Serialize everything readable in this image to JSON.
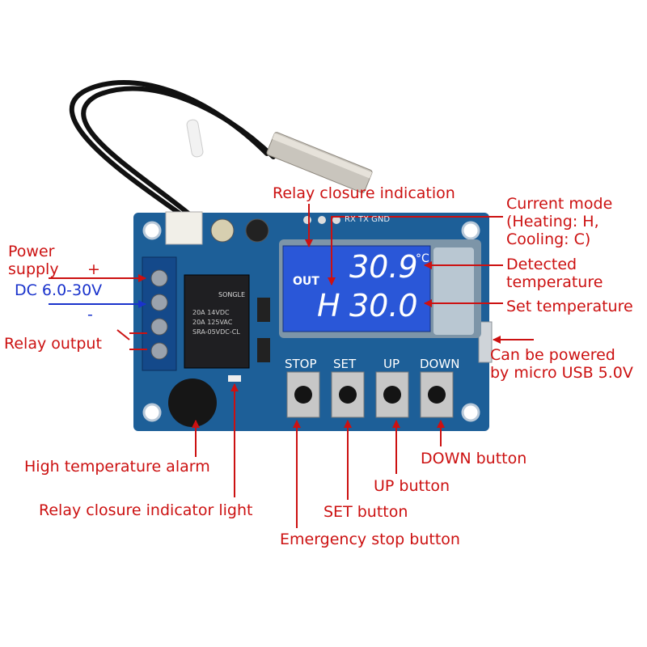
{
  "annotations": {
    "power_supply": "Power\nsupply",
    "plus": "+",
    "dc_range": "DC 6.0-30V",
    "minus": "-",
    "relay_output": "Relay output",
    "relay_closure_indication": "Relay closure indication",
    "current_mode": "Current mode\n(Heating: H,\nCooling: C)",
    "detected_temperature": "Detected\ntemperature",
    "set_temperature": "Set temperature",
    "usb_power": "Can be powered\nby micro USB 5.0V",
    "high_temp_alarm": "High temperature alarm",
    "relay_indicator_light": "Relay closure indicator light",
    "set_button": "SET button",
    "up_button": "UP button",
    "down_button": "DOWN button",
    "emergency_stop_button": "Emergency stop button"
  },
  "board": {
    "buttons": [
      "STOP",
      "SET",
      "UP",
      "DOWN"
    ],
    "lcd": {
      "out": "OUT",
      "detected_value": "30.9",
      "unit": "°C",
      "mode": "H",
      "set_value": "30.0"
    },
    "header_pins": "RX TX GND",
    "relay_text": [
      "20A 14VDC",
      "20A 125VAC",
      "SRA-05VDC-CL"
    ],
    "relay_brand": "SONGLE"
  },
  "colors": {
    "board": "#1d5f98",
    "lcd": "#2a57d8",
    "annotation_red": "#cc1111",
    "annotation_blue": "#1a33cc"
  }
}
